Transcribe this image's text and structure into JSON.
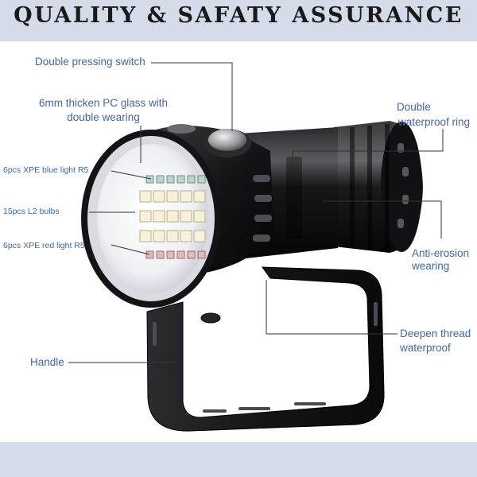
{
  "title": "QUALITY & SAFATY ASSURANCE",
  "labels": {
    "double_pressing_switch": "Double pressing switch",
    "pc_glass_line1": "6mm thicken PC glass with",
    "pc_glass_line2": "double wearing",
    "blue_light": "6pcs XPE blue light R5",
    "l2_bulbs": "15pcs L2 bulbs",
    "red_light": "6pcs XPE red light R5",
    "handle": "Handle",
    "ring_line1": "Double",
    "ring_line2": "waterproof ring",
    "erosion_line1": "Anti-erosion",
    "erosion_line2": "wearing",
    "thread_line1": "Deepen thread",
    "thread_line2": "waterproof"
  },
  "colors": {
    "banner": "#d6dbe9",
    "label_text": "#3f67ad",
    "leader_line": "#333333"
  }
}
